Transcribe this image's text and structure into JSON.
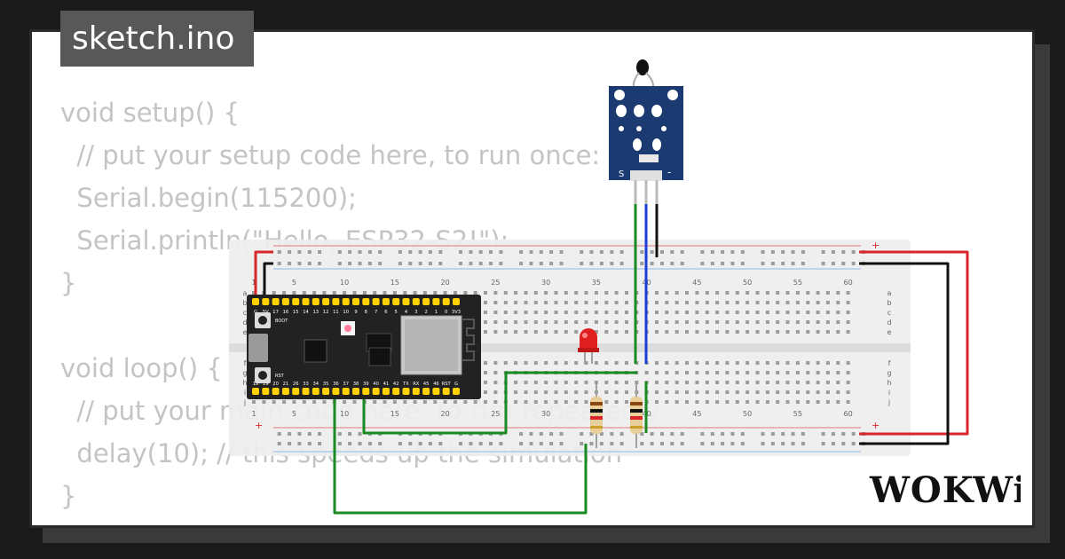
{
  "file_tab": "sketch.ino",
  "code_lines": [
    "void setup() {",
    "  // put your setup code here, to run once:",
    "  Serial.begin(115200);",
    "  Serial.println(\"Hello, ESP32-S2!\");",
    "}",
    "",
    "void loop() {",
    "  // put your main code here, to run repeatedly:",
    "  delay(10); // this speeds up the simulation",
    "}"
  ],
  "breadboard": {
    "column_numbers": [
      "1",
      "5",
      "10",
      "15",
      "20",
      "25",
      "30",
      "35",
      "40",
      "45",
      "50",
      "55",
      "60"
    ],
    "row_letters_top": [
      "a",
      "b",
      "c",
      "d",
      "e"
    ],
    "row_letters_bottom": [
      "f",
      "g",
      "h",
      "i",
      "j"
    ],
    "rail_plus": "+",
    "rail_minus": "-"
  },
  "esp32": {
    "top_pins": [
      "G",
      "5V",
      "17",
      "16",
      "15",
      "14",
      "13",
      "12",
      "11",
      "10",
      "9",
      "8",
      "7",
      "6",
      "5",
      "4",
      "3",
      "2",
      "1",
      "0",
      "3V3"
    ],
    "bottom_pins": [
      "18",
      "19",
      "20",
      "21",
      "26",
      "33",
      "34",
      "35",
      "36",
      "37",
      "38",
      "39",
      "40",
      "41",
      "42",
      "TX",
      "RX",
      "45",
      "46",
      "RST",
      "G"
    ],
    "boot_label": "BOOT",
    "rst_label": "RST"
  },
  "sensor": {
    "label_s": "S",
    "label_minus": "-"
  },
  "brand": "WOKWi",
  "colors": {
    "wire_red": "#d9262c",
    "wire_black": "#111111",
    "wire_green": "#1a8a22",
    "wire_blue": "#1d3fd6",
    "board_black": "#222222",
    "sensor_blue": "#1b3a72",
    "led_red": "#e02020"
  }
}
